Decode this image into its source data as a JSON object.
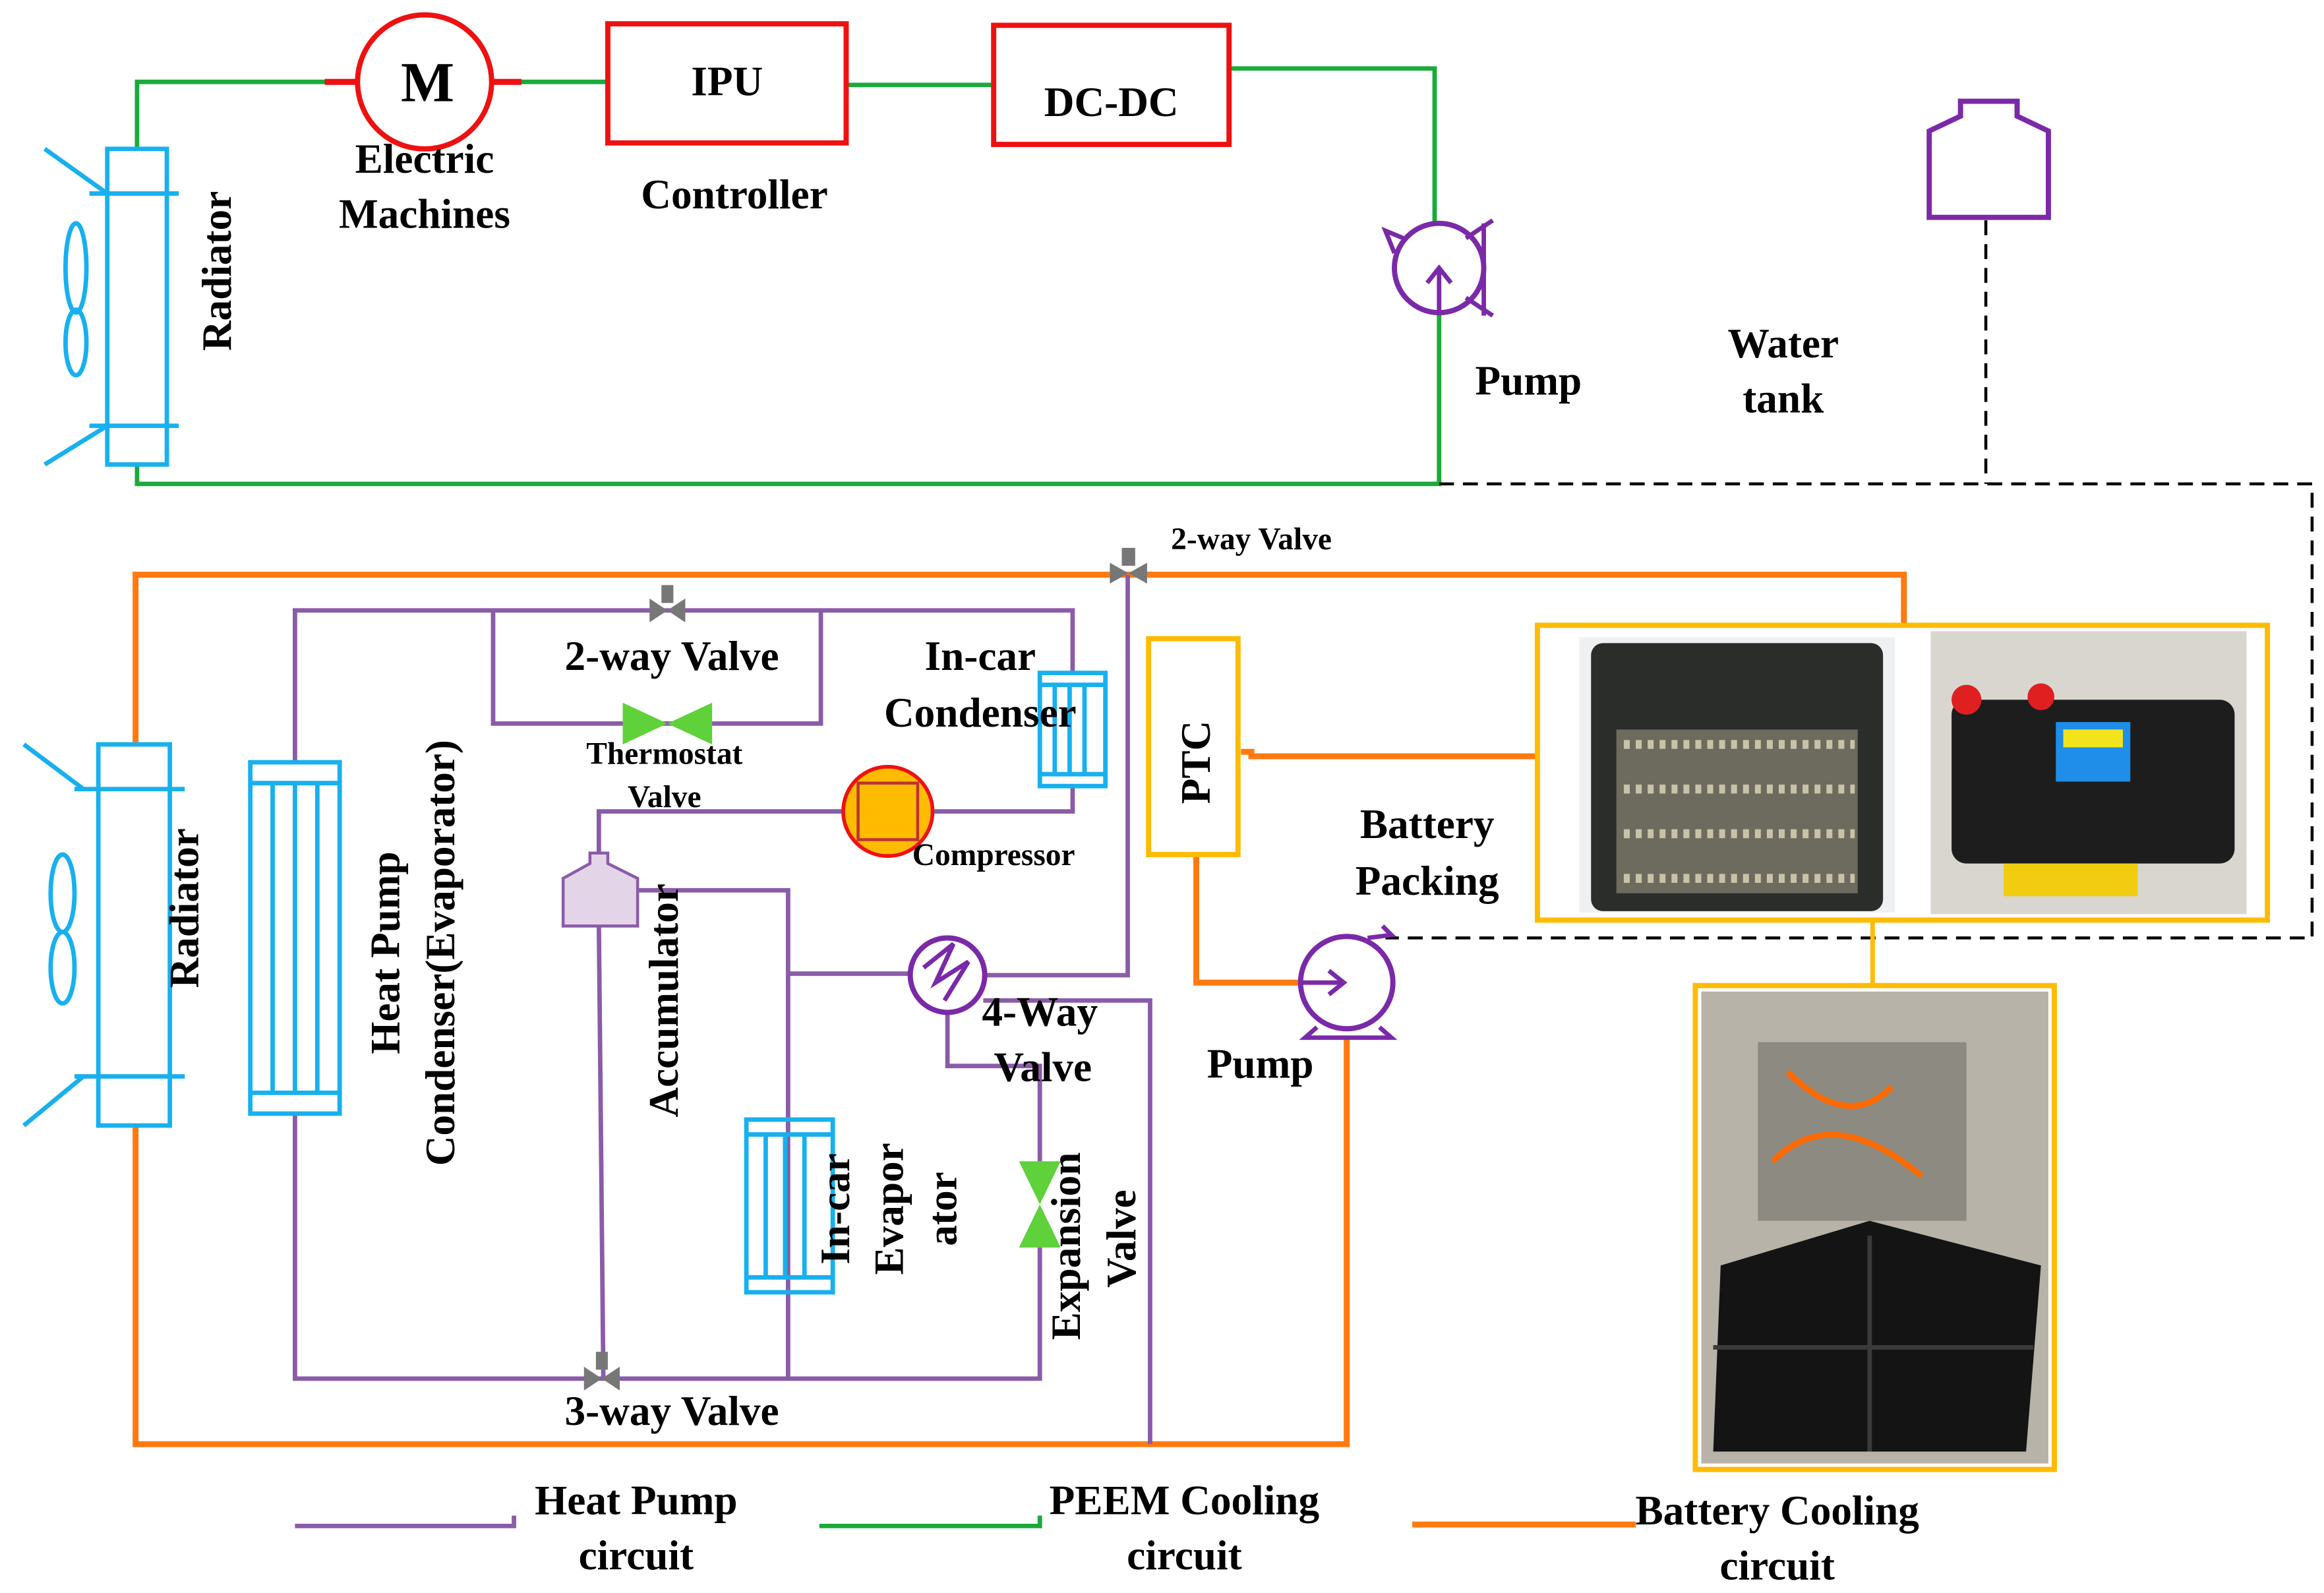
{
  "peem": {
    "motor_symbol": "M",
    "motor_label_1": "Electric",
    "motor_label_2": "Machines",
    "ipu": "IPU",
    "controller": "Controller",
    "dcdc": "DC-DC",
    "radiator": "Radiator",
    "pump": "Pump",
    "water_tank_1": "Water",
    "water_tank_2": "tank"
  },
  "heat_pump": {
    "radiator": "Radiator",
    "hp_cond_1": "Heat Pump",
    "hp_cond_2": "Condenser(Evaporator)",
    "two_way_valve": "2-way Valve",
    "thermostat_1": "Thermostat",
    "thermostat_2": "Valve",
    "incar_cond_1": "In-car",
    "incar_cond_2": "Condenser",
    "compressor": "Compressor",
    "accumulator": "Accumulator",
    "four_way_1": "4-Way",
    "four_way_2": "Valve",
    "incar_evap_1": "In-car",
    "incar_evap_2": "Evapor",
    "incar_evap_3": "ator",
    "expansion_1": "Expansion",
    "expansion_2": "Valve",
    "three_way_valve": "3-way Valve"
  },
  "battery": {
    "two_way_valve": "2-way Valve",
    "ptc": "PTC",
    "battery_1": "Battery",
    "battery_2": "Packing",
    "pump": "Pump"
  },
  "legend": [
    {
      "label_1": "Heat Pump",
      "label_2": "circuit",
      "color": "#8a5ca8"
    },
    {
      "label_1": "PEEM Cooling",
      "label_2": "circuit",
      "color": "#1aaa3c"
    },
    {
      "label_1": "Battery Cooling",
      "label_2": "circuit",
      "color": "#ff7a12"
    }
  ],
  "colors": {
    "peem": "#1aaa3c",
    "heat_pump": "#8a5ca8",
    "battery": "#ff7a12",
    "component_red": "#ee1111",
    "heat_exchanger": "#18b0ee",
    "frame": "#ffbb00"
  }
}
